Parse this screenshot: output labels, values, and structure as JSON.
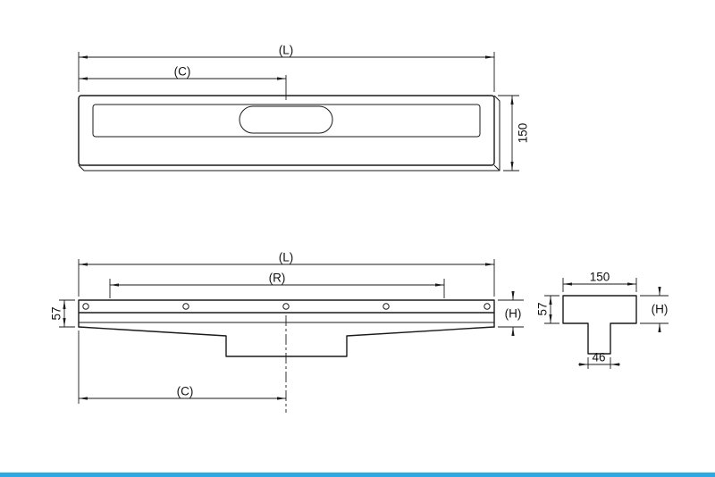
{
  "page": {
    "background_color": "#ffffff",
    "accent_color": "#29abe2",
    "line_color": "#1a1a1a"
  },
  "drawing": {
    "top_view": {
      "length_label": "(L)",
      "center_label": "(C)",
      "width_label": "150"
    },
    "side_view": {
      "length_label": "(L)",
      "grate_label": "(R)",
      "height_left_label": "57",
      "height_right_label": "(H)",
      "center_label": "(C)"
    },
    "section_view": {
      "width_label": "150",
      "height_left_label": "57",
      "height_right_label": "(H)",
      "outlet_width_label": "46"
    }
  }
}
